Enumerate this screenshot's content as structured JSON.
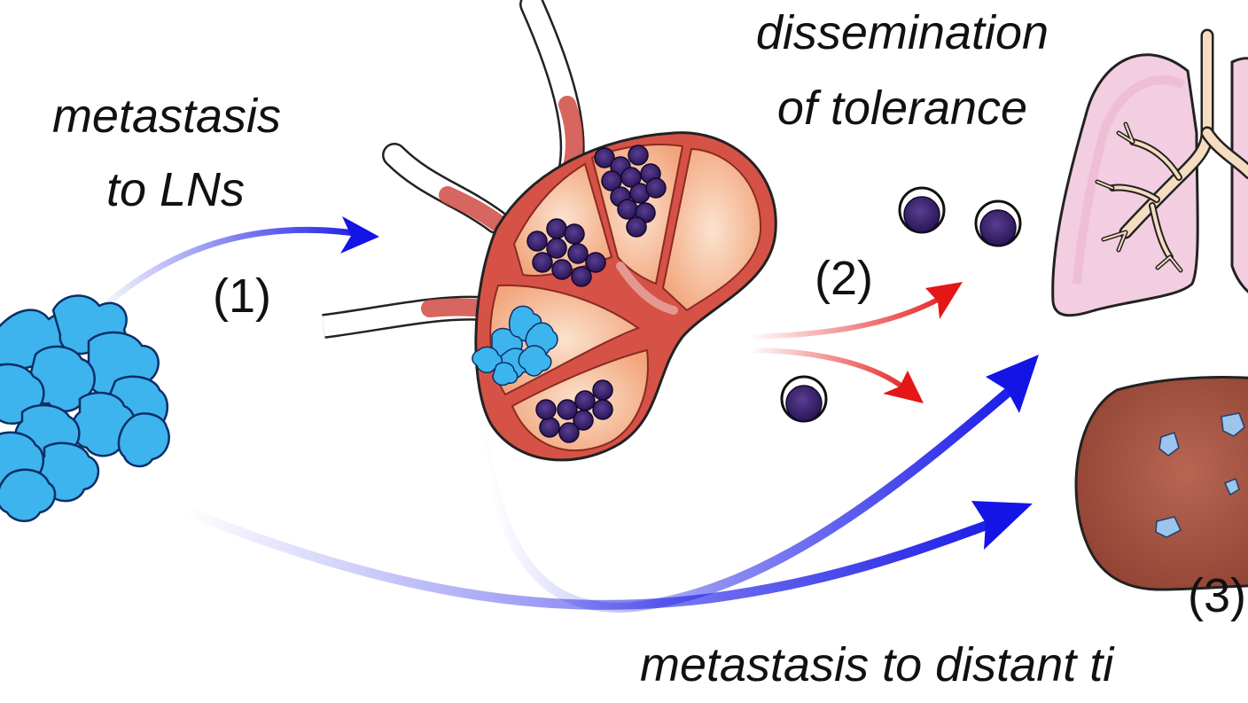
{
  "labels": {
    "metastasis_to_lns_line1": "metastasis",
    "metastasis_to_lns_line2": "to LNs",
    "step1": "(1)",
    "dissemination_line1": "dissemination",
    "dissemination_line2": "of tolerance",
    "step2": "(2)",
    "step3": "(3)",
    "metastasis_distant": "metastasis to distant ti"
  },
  "colors": {
    "tumor_fill": "#3db4ee",
    "tumor_stroke": "#0c2f66",
    "metastasis_arrow": "#1414e6",
    "tolerance_arrow": "#e41616",
    "lymph_capsule": "#c8413d",
    "lymph_lobule": "#f6b78f",
    "immune_cell": "#3b2470",
    "lung_fill": "#f3cde0",
    "airway_fill": "#f6dcc0",
    "liver_fill": "#a04f3d",
    "liver_lesion": "#9cc4ec"
  },
  "icons": {
    "tumor": "tumor-cell-cluster-icon",
    "lymph_node": "lymph-node-icon",
    "immune_cell": "immune-cell-icon",
    "lung": "lung-icon",
    "liver": "liver-icon"
  }
}
